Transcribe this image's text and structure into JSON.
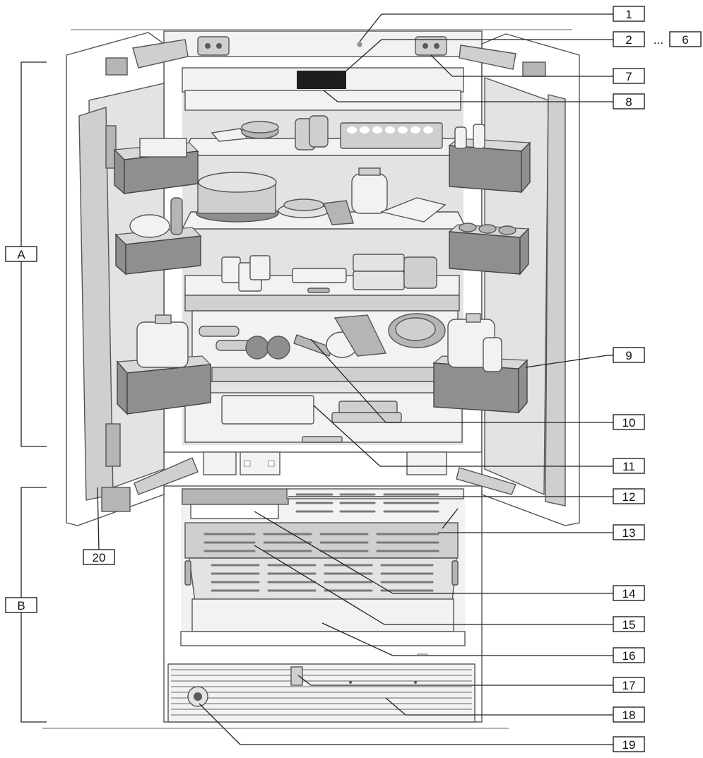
{
  "callouts": {
    "c1": "1",
    "c2": "2",
    "ellipsis": "...",
    "c6": "6",
    "c7": "7",
    "c8": "8",
    "c9": "9",
    "c10": "10",
    "c11": "11",
    "c12": "12",
    "c13": "13",
    "c14": "14",
    "c15": "15",
    "c16": "16",
    "c17": "17",
    "c18": "18",
    "c19": "19",
    "c20": "20"
  },
  "sections": {
    "a": "A",
    "b": "B"
  }
}
